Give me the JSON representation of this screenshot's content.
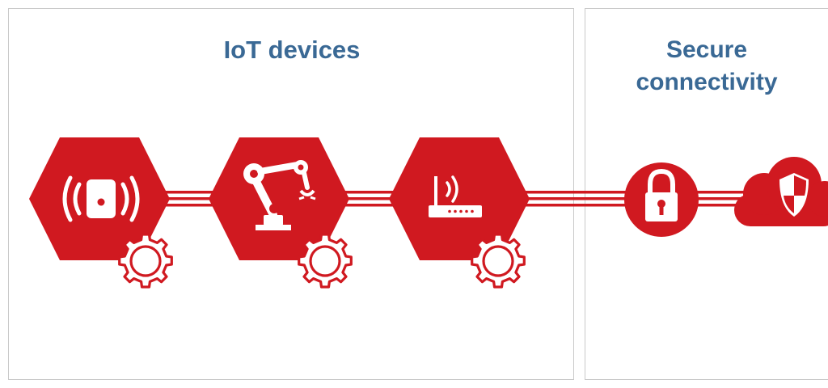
{
  "panels": {
    "iot_devices": {
      "title": "IoT devices"
    },
    "secure_connectivity": {
      "title": "Secure\nconnectivity"
    }
  },
  "nodes": [
    {
      "id": "sensor",
      "shape": "hexagon",
      "icon": "wireless-sensor-icon",
      "badge": "gear-icon"
    },
    {
      "id": "robot",
      "shape": "hexagon",
      "icon": "robot-arm-icon",
      "badge": "gear-icon"
    },
    {
      "id": "router",
      "shape": "hexagon",
      "icon": "wifi-router-icon",
      "badge": "gear-icon"
    },
    {
      "id": "lock",
      "shape": "circle",
      "icon": "padlock-icon"
    },
    {
      "id": "cloud",
      "shape": "cloud",
      "icon": "shield-icon"
    }
  ],
  "colors": {
    "accent": "#d01920",
    "title": "#3a6995",
    "panel_border": "#c9c9c9",
    "background": "#ffffff"
  }
}
